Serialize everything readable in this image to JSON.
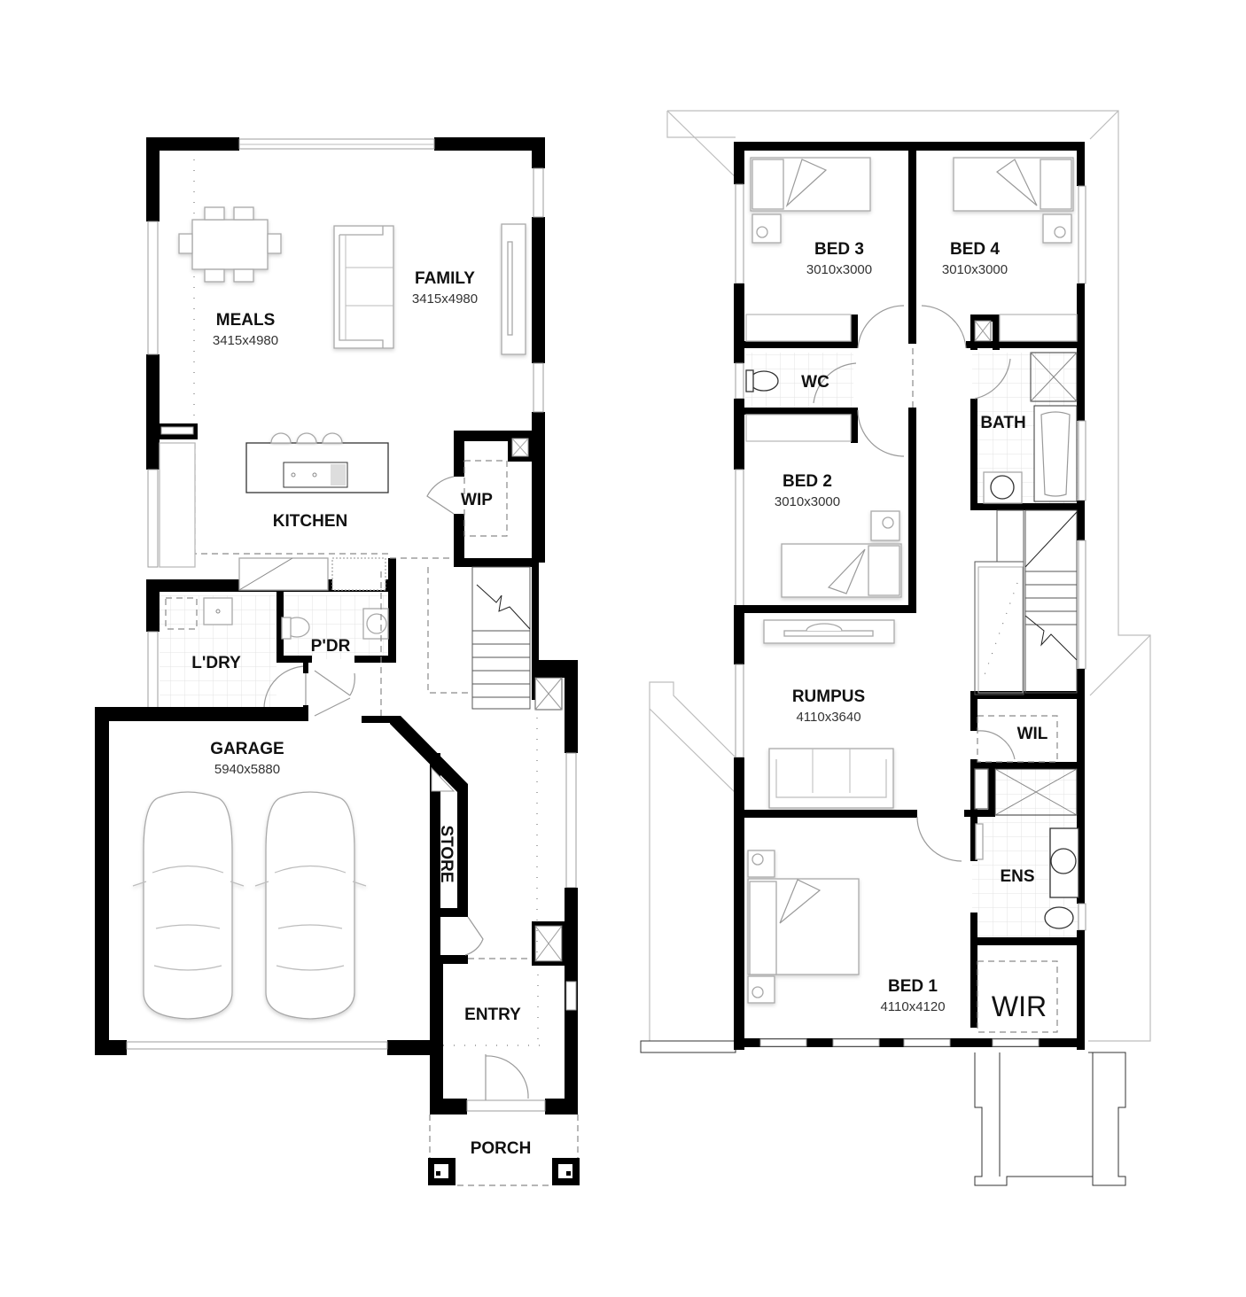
{
  "ground_floor": {
    "rooms": {
      "meals": {
        "label": "MEALS",
        "dims": "3415x4980"
      },
      "family": {
        "label": "FAMILY",
        "dims": "3415x4980"
      },
      "kitchen": {
        "label": "KITCHEN"
      },
      "wip": {
        "label": "WIP"
      },
      "laundry": {
        "label": "L'DRY"
      },
      "powder": {
        "label": "P'DR"
      },
      "garage": {
        "label": "GARAGE",
        "dims": "5940x5880"
      },
      "store": {
        "label": "STORE"
      },
      "entry": {
        "label": "ENTRY"
      },
      "porch": {
        "label": "PORCH"
      }
    }
  },
  "first_floor": {
    "rooms": {
      "bed3": {
        "label": "BED 3",
        "dims": "3010x3000"
      },
      "bed4": {
        "label": "BED 4",
        "dims": "3010x3000"
      },
      "wc": {
        "label": "WC"
      },
      "bath": {
        "label": "BATH"
      },
      "bed2": {
        "label": "BED 2",
        "dims": "3010x3000"
      },
      "rumpus": {
        "label": "RUMPUS",
        "dims": "4110x3640"
      },
      "wil": {
        "label": "WIL"
      },
      "ens": {
        "label": "ENS"
      },
      "bed1": {
        "label": "BED 1",
        "dims": "4110x4120"
      },
      "wir": {
        "label": "WIR"
      }
    }
  },
  "colors": {
    "wall": "#000000",
    "fixture": "#a8a8a8",
    "background": "#ffffff"
  }
}
